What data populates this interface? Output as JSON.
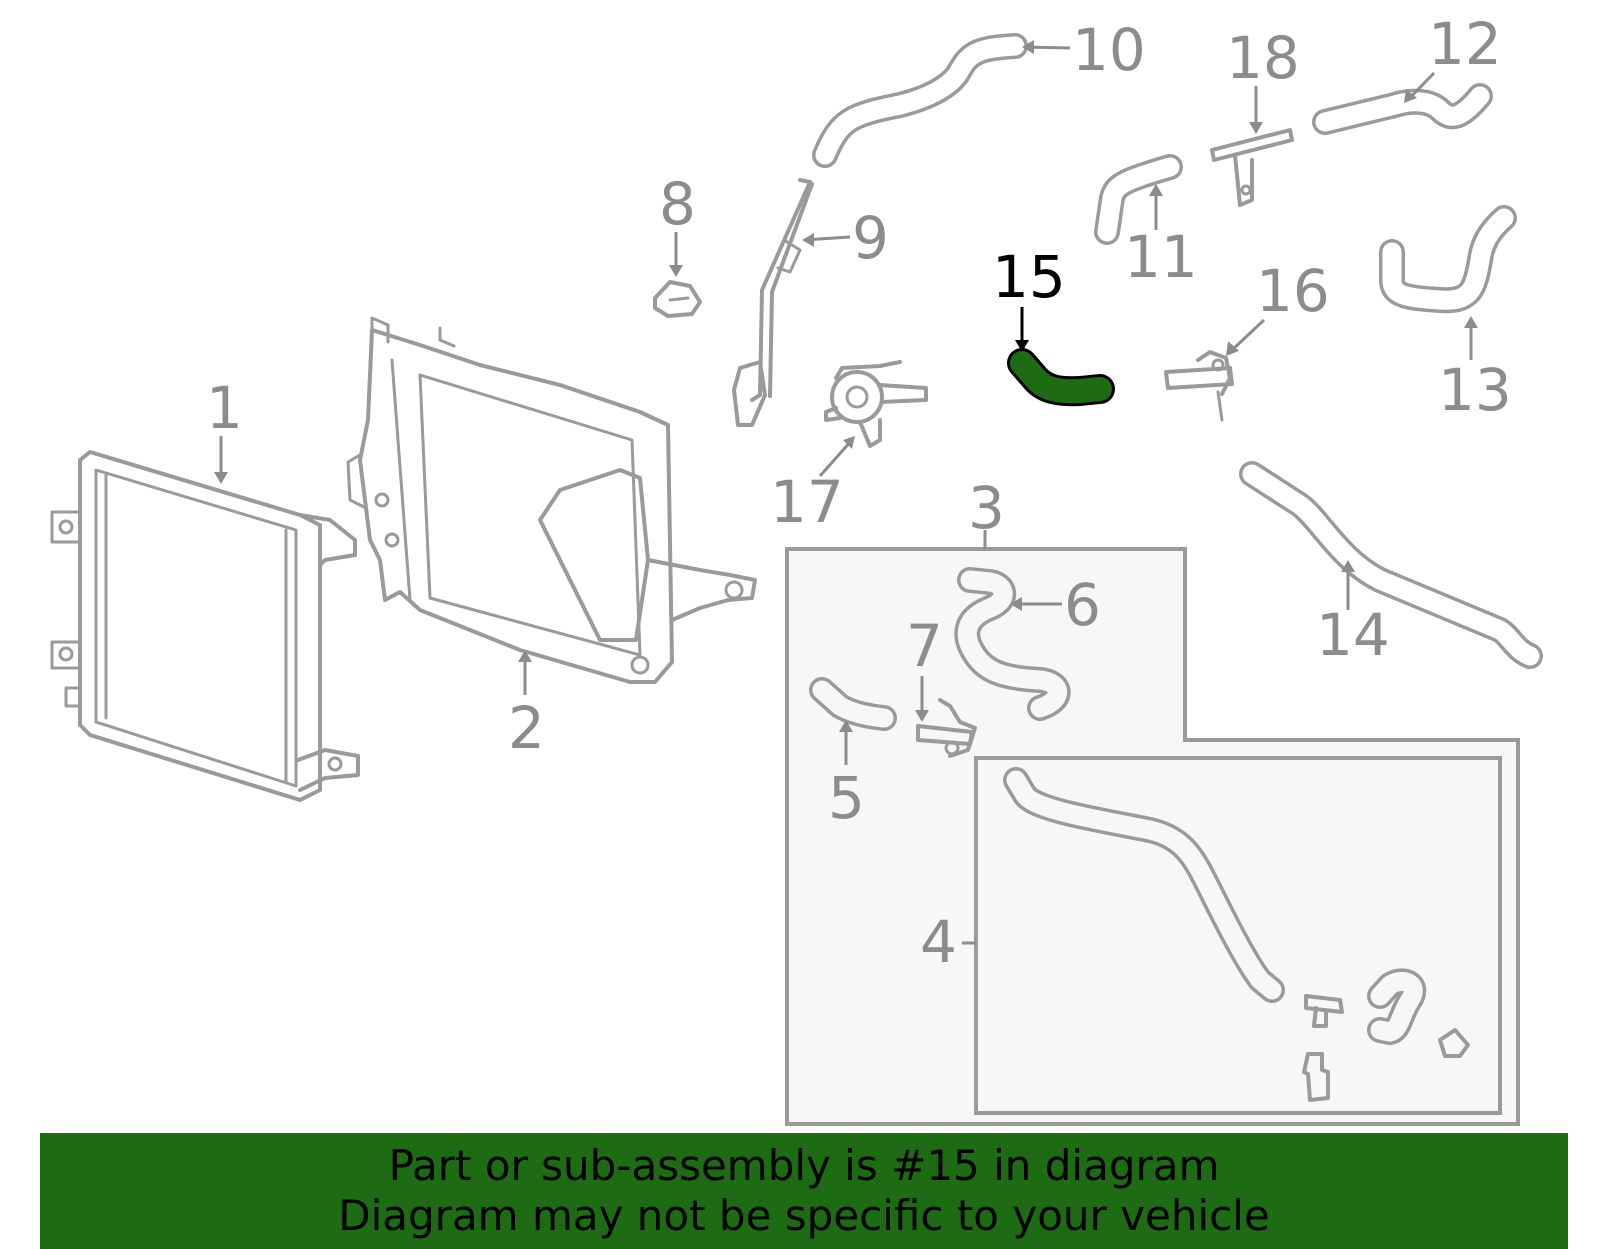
{
  "diagram": {
    "callouts": [
      "1",
      "2",
      "3",
      "4",
      "5",
      "6",
      "7",
      "8",
      "9",
      "10",
      "11",
      "12",
      "13",
      "14",
      "15",
      "16",
      "17",
      "18"
    ],
    "highlighted_part": "15",
    "colors": {
      "highlight": "#1d6b12",
      "part_outline": "#9a9a9a",
      "callout_text": "#8c8c8c",
      "banner_bg": "#1d6b12"
    }
  },
  "banner": {
    "line1": "Part or sub-assembly is #15 in diagram",
    "line2": "Diagram may not be specific to your vehicle"
  }
}
